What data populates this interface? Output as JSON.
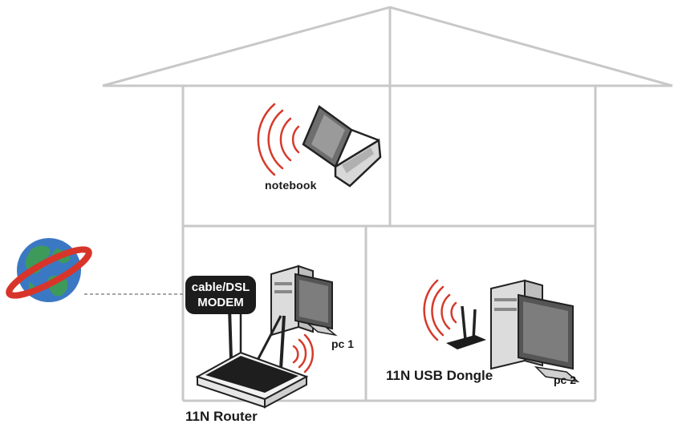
{
  "labels": {
    "notebook": "notebook",
    "pc1": "pc 1",
    "pc2": "pc 2",
    "usb_dongle": "11N USB Dongle",
    "router": "11N Router",
    "modem_line1": "cable/DSL",
    "modem_line2": "MODEM"
  },
  "icons": [
    "globe-icon",
    "notebook-icon",
    "desktop-pc-icon",
    "router-icon",
    "usb-dongle-icon",
    "wifi-signal-icon"
  ],
  "colors": {
    "wall": "#c8c8c8",
    "signal": "#d63a2a",
    "globe_ocean": "#3b78c4",
    "globe_land": "#3e9a5a",
    "globe_ring": "#d8352a",
    "modem_box": "#1c1c1c"
  }
}
